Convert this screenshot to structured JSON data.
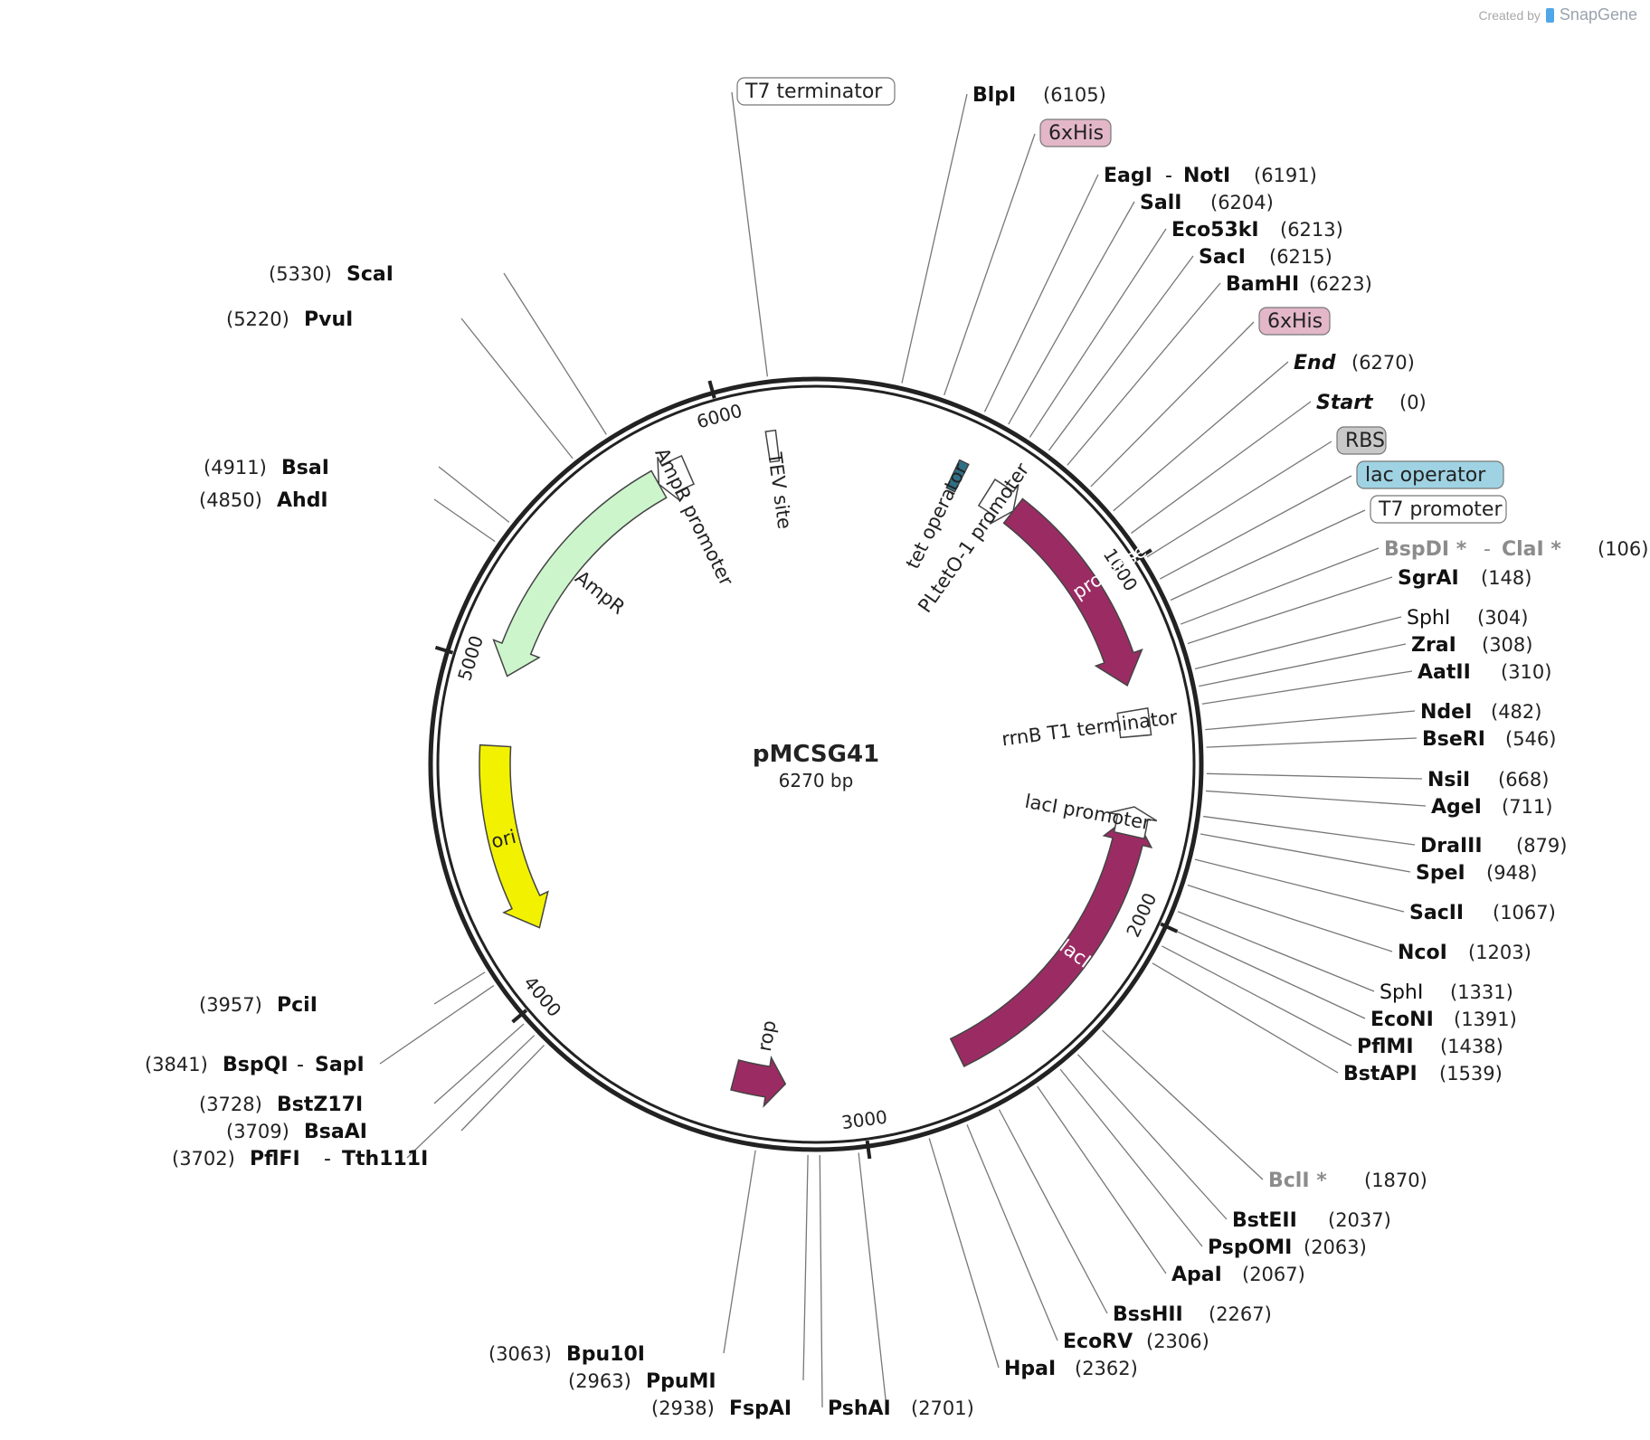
{
  "credit": {
    "prefix": "Created by",
    "brand": "SnapGene"
  },
  "plasmid": {
    "name": "pMCSG41",
    "size_label": "6270 bp",
    "length": 6270
  },
  "ticks": [
    {
      "pos": 1000,
      "label": "1000"
    },
    {
      "pos": 2000,
      "label": "2000"
    },
    {
      "pos": 3000,
      "label": "3000"
    },
    {
      "pos": 4000,
      "label": "4000"
    },
    {
      "pos": 5000,
      "label": "5000"
    },
    {
      "pos": 6000,
      "label": "6000"
    }
  ],
  "features": [
    {
      "name": "TVMV protease",
      "kind": "arrow",
      "start": 660,
      "end": 1320,
      "color": "#9b2c63",
      "label_inside": true
    },
    {
      "name": "lacI",
      "kind": "arrow",
      "start": 2680,
      "end": 1720,
      "color": "#9b2c63",
      "label_inside": true
    },
    {
      "name": "rop",
      "kind": "arrow",
      "start": 3390,
      "end": 3230,
      "color": "#9b2c63",
      "label_inside": false
    },
    {
      "name": "ori",
      "kind": "arrow",
      "start": 4760,
      "end": 4170,
      "color": "#f2f200",
      "label_inside": true
    },
    {
      "name": "AmpR",
      "kind": "arrow",
      "start": 5760,
      "end": 4980,
      "color": "#ccf5cc",
      "label_inside": false
    },
    {
      "name": "AmpR promoter",
      "kind": "arrow",
      "start": 5860,
      "end": 5760,
      "color": "#ffffff",
      "label_inside": false
    },
    {
      "name": "lacI promoter",
      "kind": "arrow",
      "start": 1790,
      "end": 1700,
      "color": "#ffffff",
      "label_inside": false
    },
    {
      "name": "rrnB T1 terminator",
      "kind": "box",
      "start": 1400,
      "end": 1480,
      "color": "#ffffff",
      "label_inside": false
    },
    {
      "name": "TEV site",
      "kind": "box",
      "start": 6120,
      "end": 6150,
      "color": "#ffffff",
      "label_inside": false
    },
    {
      "name": "PLtetO-1 promoter",
      "kind": "arrow",
      "start": 560,
      "end": 660,
      "color": "#ffffff",
      "label_inside": false
    },
    {
      "name": "tet operator",
      "kind": "box",
      "start": 440,
      "end": 470,
      "color": "#2e6f86",
      "label_inside": false
    }
  ],
  "site_labels": [
    {
      "name": "T7 terminator",
      "pos": "",
      "style": "box-white"
    },
    {
      "name": "BlpI",
      "pos": "(6105)",
      "style": "bold"
    },
    {
      "name": "6xHis",
      "pos": "",
      "style": "box-pink"
    },
    {
      "name": "EagI",
      "name2": "NotI",
      "pos": "(6191)",
      "style": "bold"
    },
    {
      "name": "SalI",
      "pos": "(6204)",
      "style": "bold"
    },
    {
      "name": "Eco53kI",
      "pos": "(6213)",
      "style": "bold"
    },
    {
      "name": "SacI",
      "pos": "(6215)",
      "style": "bold"
    },
    {
      "name": "BamHI",
      "pos": "(6223)",
      "style": "bold"
    },
    {
      "name": "6xHis",
      "pos": "",
      "style": "box-pink"
    },
    {
      "name": "End",
      "pos": "(6270)",
      "style": "bold-italic"
    },
    {
      "name": "Start",
      "pos": "(0)",
      "style": "bold-italic"
    },
    {
      "name": "RBS",
      "pos": "",
      "style": "box-gray"
    },
    {
      "name": "lac operator",
      "pos": "",
      "style": "box-blue"
    },
    {
      "name": "T7 promoter",
      "pos": "",
      "style": "box-white"
    },
    {
      "name": "BspDI *",
      "name2": "ClaI *",
      "pos": "(106)",
      "style": "gray"
    },
    {
      "name": "SgrAI",
      "pos": "(148)",
      "style": "bold"
    },
    {
      "name": "SphI",
      "pos": "(304)",
      "style": "normal"
    },
    {
      "name": "ZraI",
      "pos": "(308)",
      "style": "bold"
    },
    {
      "name": "AatII",
      "pos": "(310)",
      "style": "bold"
    },
    {
      "name": "NdeI",
      "pos": "(482)",
      "style": "bold"
    },
    {
      "name": "BseRI",
      "pos": "(546)",
      "style": "bold"
    },
    {
      "name": "NsiI",
      "pos": "(668)",
      "style": "bold"
    },
    {
      "name": "AgeI",
      "pos": "(711)",
      "style": "bold"
    },
    {
      "name": "DraIII",
      "pos": "(879)",
      "style": "bold"
    },
    {
      "name": "SpeI",
      "pos": "(948)",
      "style": "bold"
    },
    {
      "name": "SacII",
      "pos": "(1067)",
      "style": "bold"
    },
    {
      "name": "NcoI",
      "pos": "(1203)",
      "style": "bold"
    },
    {
      "name": "SphI",
      "pos": "(1331)",
      "style": "normal"
    },
    {
      "name": "EcoNI",
      "pos": "(1391)",
      "style": "bold"
    },
    {
      "name": "PflMI",
      "pos": "(1438)",
      "style": "bold"
    },
    {
      "name": "BstAPI",
      "pos": "(1539)",
      "style": "bold"
    },
    {
      "name": "BclI *",
      "pos": "(1870)",
      "style": "gray"
    },
    {
      "name": "BstEII",
      "pos": "(2037)",
      "style": "bold"
    },
    {
      "name": "PspOMI",
      "pos": "(2063)",
      "style": "bold"
    },
    {
      "name": "ApaI",
      "pos": "(2067)",
      "style": "bold"
    },
    {
      "name": "BssHII",
      "pos": "(2267)",
      "style": "bold"
    },
    {
      "name": "EcoRV",
      "pos": "(2306)",
      "style": "bold"
    },
    {
      "name": "HpaI",
      "pos": "(2362)",
      "style": "bold"
    },
    {
      "name": "PshAI",
      "pos": "(2701)",
      "style": "bold"
    },
    {
      "name": "FspAI",
      "pos": "(2938)",
      "style": "bold"
    },
    {
      "name": "PpuMI",
      "pos": "(2963)",
      "style": "bold"
    },
    {
      "name": "Bpu10I",
      "pos": "(3063)",
      "style": "bold"
    },
    {
      "name": "PflFI",
      "name2": "Tth111I",
      "pos": "(3702)",
      "style": "bold"
    },
    {
      "name": "BsaAI",
      "pos": "(3709)",
      "style": "bold"
    },
    {
      "name": "BstZ17I",
      "pos": "(3728)",
      "style": "bold"
    },
    {
      "name": "BspQI",
      "name2": "SapI",
      "pos": "(3841)",
      "style": "bold"
    },
    {
      "name": "PciI",
      "pos": "(3957)",
      "style": "bold"
    },
    {
      "name": "AhdI",
      "pos": "(4850)",
      "style": "bold"
    },
    {
      "name": "BsaI",
      "pos": "(4911)",
      "style": "bold"
    },
    {
      "name": "PvuI",
      "pos": "(5220)",
      "style": "bold"
    },
    {
      "name": "ScaI",
      "pos": "(5330)",
      "style": "bold"
    }
  ]
}
